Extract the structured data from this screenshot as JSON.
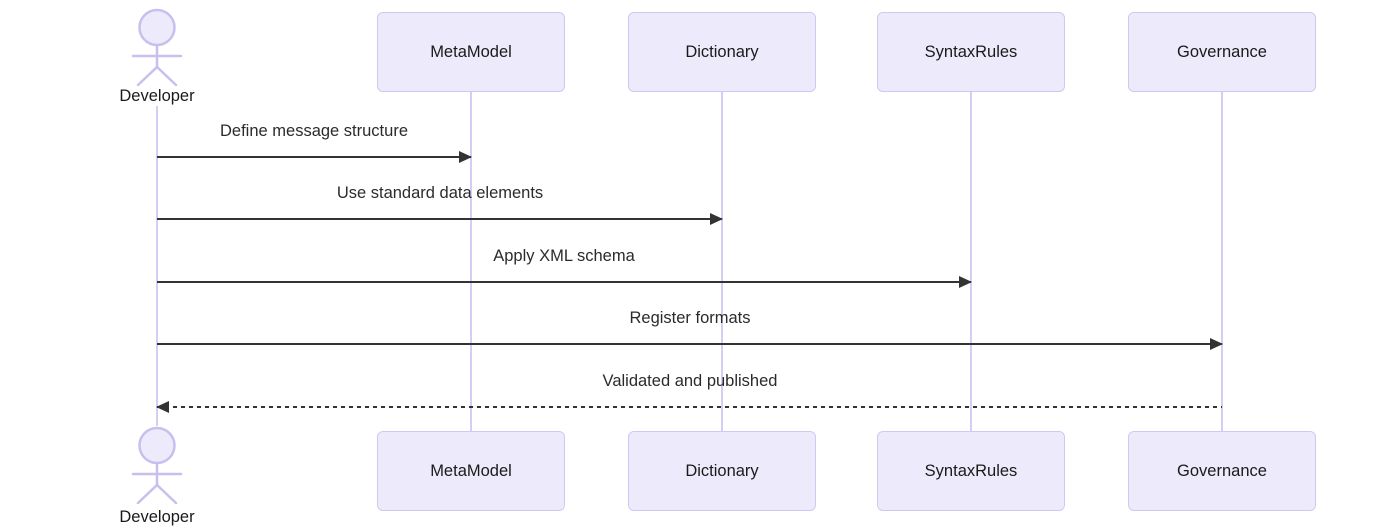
{
  "diagram": {
    "type": "sequence-diagram",
    "actor": {
      "label": "Developer"
    },
    "participants": [
      {
        "label": "MetaModel"
      },
      {
        "label": "Dictionary"
      },
      {
        "label": "SyntaxRules"
      },
      {
        "label": "Governance"
      }
    ],
    "messages": [
      {
        "from": "Developer",
        "to": "MetaModel",
        "text": "Define message structure",
        "line": "solid",
        "direction": "right"
      },
      {
        "from": "Developer",
        "to": "Dictionary",
        "text": "Use standard data elements",
        "line": "solid",
        "direction": "right"
      },
      {
        "from": "Developer",
        "to": "SyntaxRules",
        "text": "Apply XML schema",
        "line": "solid",
        "direction": "right"
      },
      {
        "from": "Developer",
        "to": "Governance",
        "text": "Register formats",
        "line": "solid",
        "direction": "right"
      },
      {
        "from": "Governance",
        "to": "Developer",
        "text": "Validated and published",
        "line": "dashed",
        "direction": "left"
      }
    ],
    "colors": {
      "box_fill": "#edebfb",
      "box_border": "#cfc8f0",
      "lifeline": "#d5cdf3",
      "actor_stroke": "#c9bfef",
      "actor_fill": "#eceafb",
      "arrow": "#333333",
      "text": "#1a1a1a",
      "background": "#ffffff"
    }
  }
}
